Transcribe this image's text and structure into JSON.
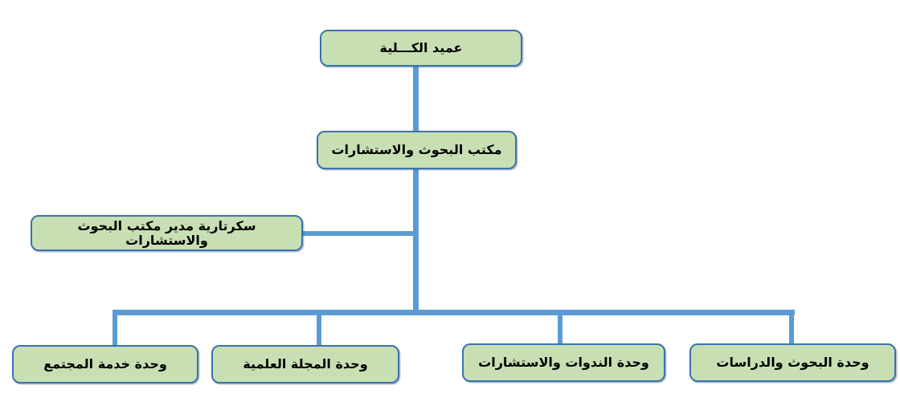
{
  "colors": {
    "box_fill": "#c8dfb4",
    "box_border": "#3a72ad",
    "connector": "#5b9bd5",
    "text": "#000000",
    "background": "#ffffff"
  },
  "org_chart": {
    "type": "organizational-chart",
    "direction": "rtl",
    "nodes": {
      "dean": {
        "label": "عميد الكـــلية"
      },
      "office": {
        "label": "مكتب البحوث والاستشارات"
      },
      "secretariat": {
        "label": "سكرتارية مدير مكتب البحوث والاستشارات"
      },
      "units": [
        {
          "id": "community-service-unit",
          "label": "وحدة خدمة المجتمع"
        },
        {
          "id": "scientific-journal-unit",
          "label": "وحدة المجلة العلمية"
        },
        {
          "id": "seminars-consultations-unit",
          "label": "وحدة الندوات والاستشارات"
        },
        {
          "id": "research-studies-unit",
          "label": "وحدة البحوث والدراسات"
        }
      ]
    },
    "edges": [
      {
        "from": "dean",
        "to": "office"
      },
      {
        "from": "office",
        "to": "secretariat"
      },
      {
        "from": "office",
        "to": "community-service-unit"
      },
      {
        "from": "office",
        "to": "scientific-journal-unit"
      },
      {
        "from": "office",
        "to": "seminars-consultations-unit"
      },
      {
        "from": "office",
        "to": "research-studies-unit"
      }
    ]
  }
}
